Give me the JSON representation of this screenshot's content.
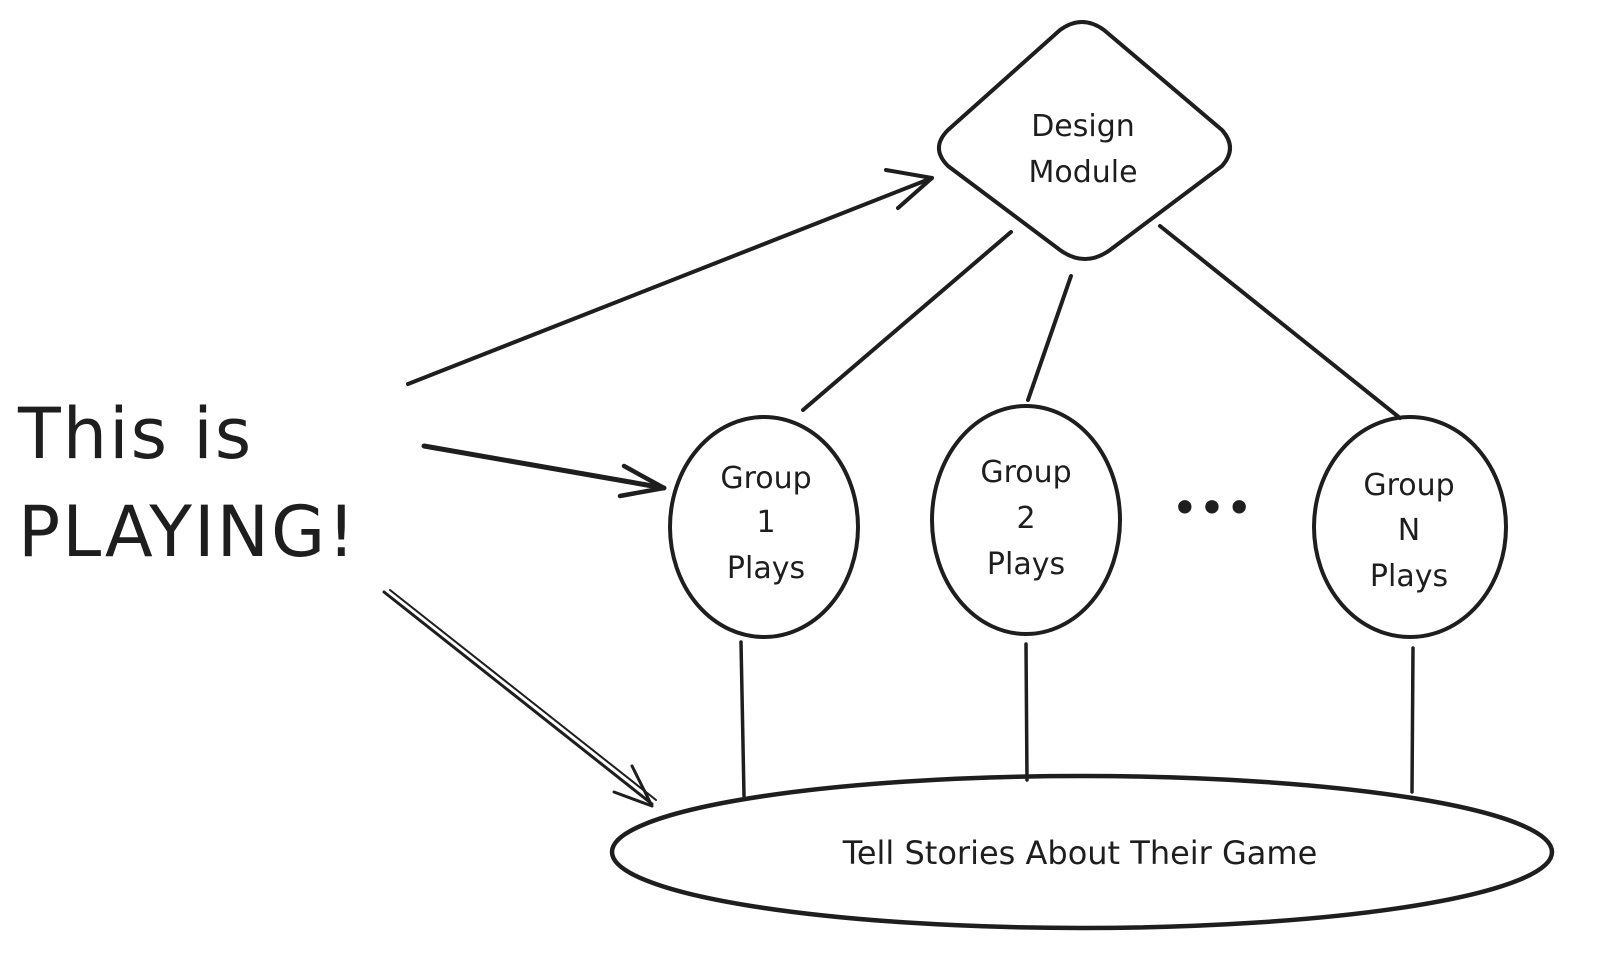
{
  "diagram": {
    "style": "hand-drawn",
    "stroke_color": "#1e1e1e",
    "background": "#ffffff",
    "callout": {
      "line1": "This is",
      "line2": "PLAYING!"
    },
    "design_module": {
      "shape": "diamond",
      "line1": "Design",
      "line2": "Module"
    },
    "groups": [
      {
        "shape": "circle",
        "line1": "Group",
        "line2": "1",
        "line3": "Plays"
      },
      {
        "shape": "circle",
        "line1": "Group",
        "line2": "2",
        "line3": "Plays"
      },
      {
        "shape": "circle",
        "line1": "Group",
        "line2": "N",
        "line3": "Plays"
      }
    ],
    "ellipsis": "•••",
    "outcome": {
      "shape": "ellipse",
      "text": "Tell Stories About Their Game"
    },
    "edges": [
      {
        "from": "callout",
        "to": "design_module",
        "type": "arrow"
      },
      {
        "from": "callout",
        "to": "group_1",
        "type": "arrow"
      },
      {
        "from": "callout",
        "to": "outcome",
        "type": "arrow"
      },
      {
        "from": "design_module",
        "to": "group_1",
        "type": "line"
      },
      {
        "from": "design_module",
        "to": "group_2",
        "type": "line"
      },
      {
        "from": "design_module",
        "to": "group_n",
        "type": "line"
      },
      {
        "from": "group_1",
        "to": "outcome",
        "type": "line"
      },
      {
        "from": "group_2",
        "to": "outcome",
        "type": "line"
      },
      {
        "from": "group_n",
        "to": "outcome",
        "type": "line"
      }
    ]
  }
}
